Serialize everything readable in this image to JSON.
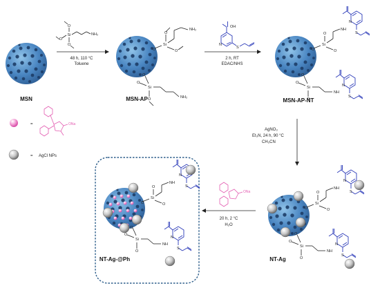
{
  "labels": {
    "msn": "MSN",
    "msn_ap": "MSN-AP",
    "msn_ap_nt": "MSN-AP-NT",
    "nt_ag": "NT-Ag",
    "nt_ag_ph": "NT-Ag-@Ph"
  },
  "step1": {
    "line1": "48 h, 110 °C",
    "line2": "Toluene"
  },
  "step2": {
    "line1": "2 h, RT",
    "line2": "EDAC/NHS"
  },
  "step3": {
    "line1": "AgNO₃",
    "line2": "Et₃N, 24 h, 90 °C",
    "line3": "CH₃CN"
  },
  "step4": {
    "line1": "20 h, 2 °C",
    "line2": "H₂O"
  },
  "legend": {
    "ph_eq": "=",
    "ag_eq": "=",
    "ag_label": "AgCl NPs"
  },
  "atoms": {
    "si": "Si",
    "o": "O",
    "nh2": "NH₂",
    "oh": "OH",
    "nh": "NH",
    "n": "N",
    "s": "S",
    "ona": "ONa"
  },
  "colors": {
    "sphere": "#3f78b5",
    "pore": "#1d3d68",
    "linker_blue": "#2a39b8",
    "drug_pink": "#e35cb1",
    "box": "#2c5d8a"
  }
}
